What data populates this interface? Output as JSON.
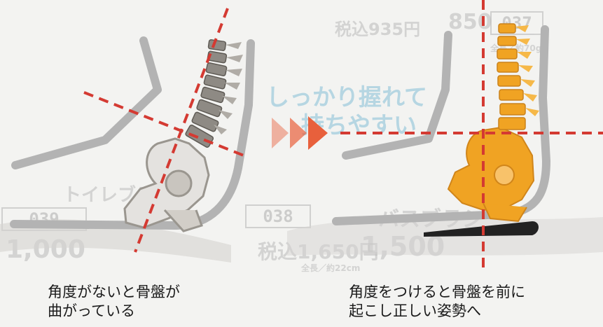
{
  "left_caption": {
    "line1": "角度がないと骨盤が",
    "line2": "曲がっている"
  },
  "right_caption": {
    "line1": "角度をつけると骨盤を前に",
    "line2": "起こし正しい姿勢へ"
  },
  "background_print": {
    "code_037": "037",
    "price_850": "850",
    "tax_935": "税込935円",
    "headline_line1": "しっかり握れて",
    "headline_line2": "持ちやすい",
    "code_038": "038",
    "product_038": "バスブラシ",
    "price_1500": "1,500",
    "tax_1650": "税込1,650円",
    "size_038": "全長／約22cm",
    "code_039": "039",
    "price_1000": "1,000",
    "product_039": "トイレブラシ",
    "size_037": "全長／約70g"
  },
  "colors": {
    "dashed_line": "#d43a32",
    "spine_left": "#8e8a84",
    "spine_right": "#f0a323",
    "arrow": "#e8603c",
    "chair_outline": "#b3b3b3",
    "wedge": "#222222"
  }
}
